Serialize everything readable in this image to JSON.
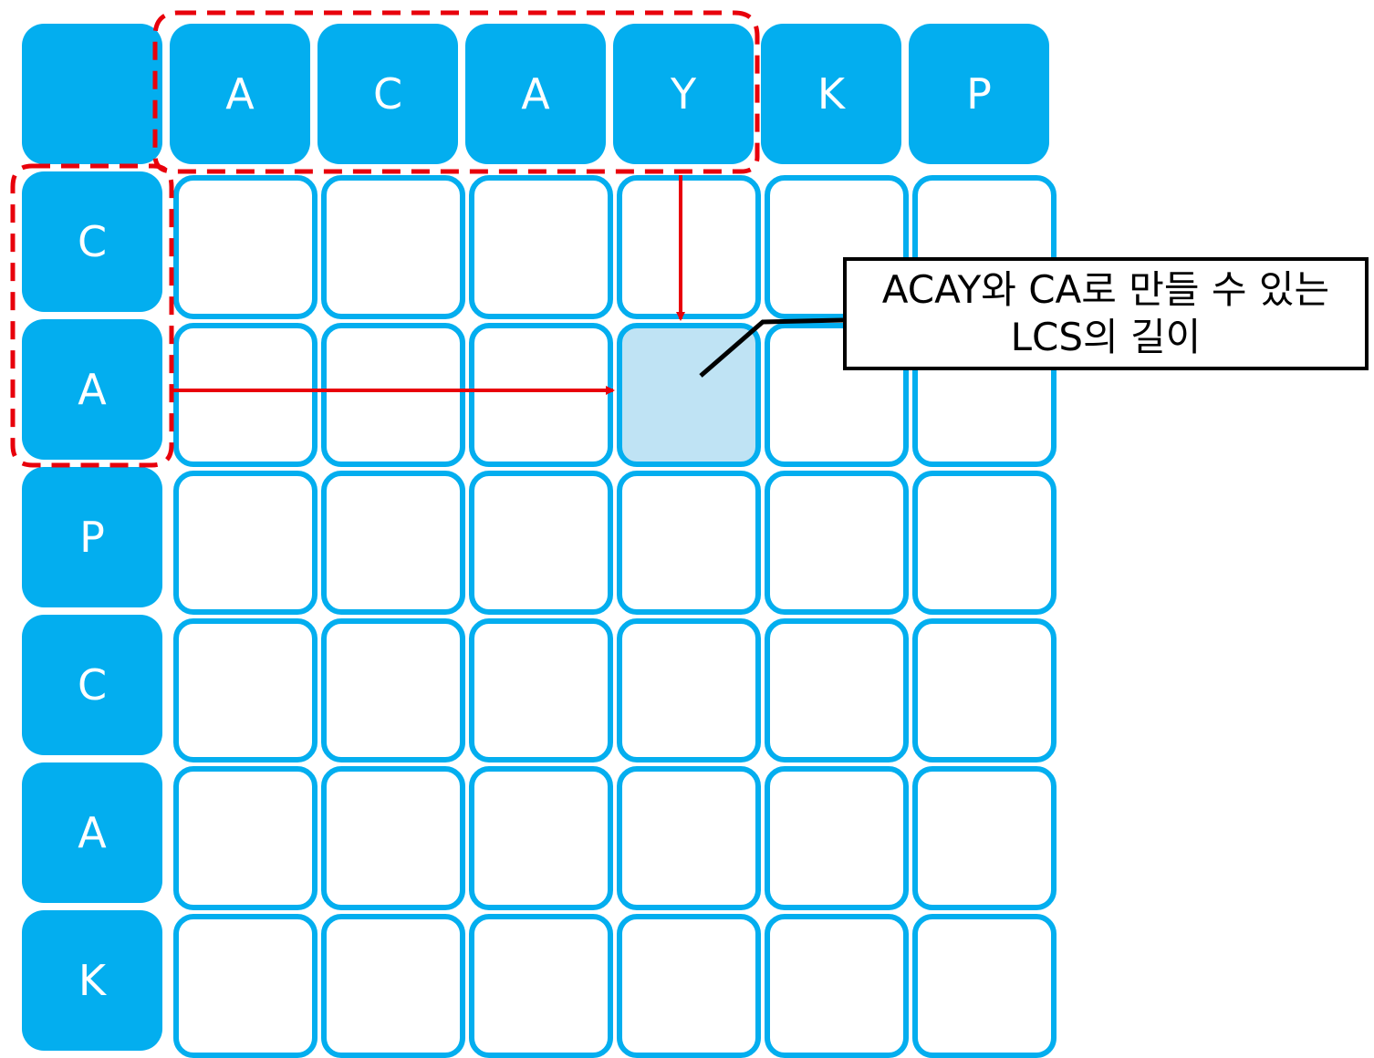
{
  "columns": [
    "A",
    "C",
    "A",
    "Y",
    "K",
    "P"
  ],
  "rows": [
    "C",
    "A",
    "P",
    "C",
    "A",
    "K"
  ],
  "highlight_cell": {
    "row": 1,
    "col": 3
  },
  "callout_text": "ACAY와 CA로 만들 수 있는 LCS의 길이",
  "colors": {
    "header_fill": "#03aeef",
    "cell_border": "#03aeef",
    "highlight_fill": "#bfe3f4",
    "arrow": "#e8000b",
    "dashed_outline": "#e8000b"
  }
}
